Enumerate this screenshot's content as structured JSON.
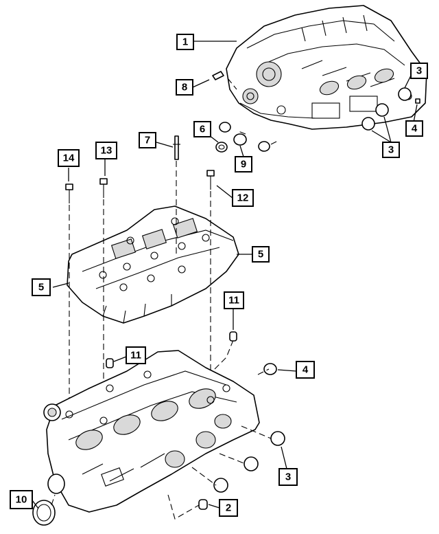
{
  "callouts": {
    "c1": "1",
    "c2": "2",
    "c3a": "3",
    "c3b": "3",
    "c3c": "3",
    "c4a": "4",
    "c4b": "4",
    "c5a": "5",
    "c5b": "5",
    "c6": "6",
    "c7": "7",
    "c8": "8",
    "c9": "9",
    "c10": "10",
    "c11a": "11",
    "c11b": "11",
    "c12": "12",
    "c13": "13",
    "c14": "14"
  }
}
